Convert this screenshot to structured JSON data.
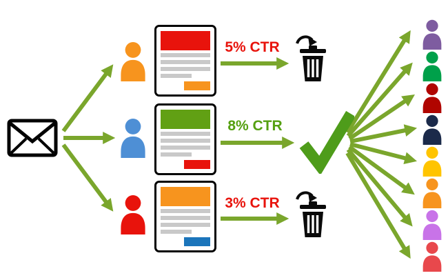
{
  "diagram": {
    "arrow_color": "#7AA62C",
    "check_color": "#4E9C1A",
    "envelope_color": "#000000",
    "trash_color": "#0A0A0A",
    "card": {
      "line_color": "#C9C9C9"
    },
    "variants": [
      {
        "name": "variant-a",
        "person_color": "#F7941E",
        "header_color": "#E8130C",
        "button_color": "#F7941E",
        "ctr_label": "5% CTR",
        "ctr_color": "#E8130C",
        "outcome": "trash"
      },
      {
        "name": "variant-b",
        "person_color": "#4E8FD5",
        "header_color": "#61A014",
        "button_color": "#E8130C",
        "ctr_label": "8% CTR",
        "ctr_color": "#55A011",
        "outcome": "winner"
      },
      {
        "name": "variant-c",
        "person_color": "#E8130C",
        "header_color": "#F7941E",
        "button_color": "#1B75BB",
        "ctr_label": "3% CTR",
        "ctr_color": "#E8130C",
        "outcome": "trash"
      }
    ],
    "audience_colors": [
      "#7E5CA0",
      "#00A04A",
      "#B00500",
      "#1B2A4A",
      "#FFC400",
      "#F7941E",
      "#C873E8",
      "#E8484C"
    ]
  }
}
